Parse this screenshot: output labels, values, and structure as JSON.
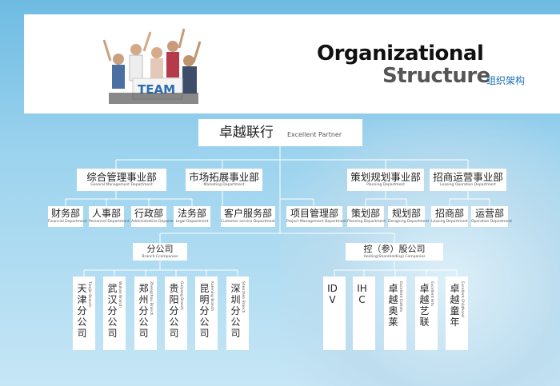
{
  "header": {
    "title_line1": "Organizational",
    "title_line2": "Structure",
    "title_cn": "组织架构",
    "team_sign": "TEAM"
  },
  "root": {
    "cn": "卓越联行",
    "en": "Excellent Partner"
  },
  "departments": [
    {
      "cn": "综合管理事业部",
      "en": "General Management Department"
    },
    {
      "cn": "市场拓展事业部",
      "en": "Marketing Department"
    },
    {
      "cn": "策划规划事业部",
      "en": "Planning Department"
    },
    {
      "cn": "招商运营事业部",
      "en": "Leasing Operation Department"
    }
  ],
  "units": [
    {
      "cn": "财务部",
      "en": "Financial Department"
    },
    {
      "cn": "人事部",
      "en": "Personnel Department"
    },
    {
      "cn": "行政部",
      "en": "Administrative Department"
    },
    {
      "cn": "法务部",
      "en": "Legal Department"
    },
    {
      "cn": "客户服务部",
      "en": "Customer service Department"
    },
    {
      "cn": "项目管理部",
      "en": "Project Management Department"
    },
    {
      "cn": "策划部",
      "en": "Planning Department"
    },
    {
      "cn": "规划部",
      "en": "Designing Department"
    },
    {
      "cn": "招商部",
      "en": "Leasing Department"
    },
    {
      "cn": "运营部",
      "en": "Operation Department"
    }
  ],
  "branch_group": {
    "cn": "分公司",
    "en": "Branch Ccompanies"
  },
  "holding_group": {
    "cn": "控（参）股公司",
    "en": "Holding(Shareholding) Companies"
  },
  "branches": [
    {
      "cn": "天津分公司",
      "en": "Tianjin Branch"
    },
    {
      "cn": "武汉分公司",
      "en": "Wuhan Branch"
    },
    {
      "cn": "郑州分公司",
      "en": "Zhengzhou Branch"
    },
    {
      "cn": "贵阳分公司",
      "en": "Guiyang Branch"
    },
    {
      "cn": "昆明分公司",
      "en": "Kunming Branch"
    },
    {
      "cn": "深圳分公司",
      "en": "Shenzhen Branch"
    }
  ],
  "holdings": [
    {
      "cn": "IDV",
      "en": ""
    },
    {
      "cn": "IHC",
      "en": ""
    },
    {
      "cn": "卓越奥莱",
      "en": "Excellent Outlets"
    },
    {
      "cn": "卓越艺联",
      "en": "Excellent Arts"
    },
    {
      "cn": "卓越童年",
      "en": "Excellent Childhood"
    }
  ]
}
